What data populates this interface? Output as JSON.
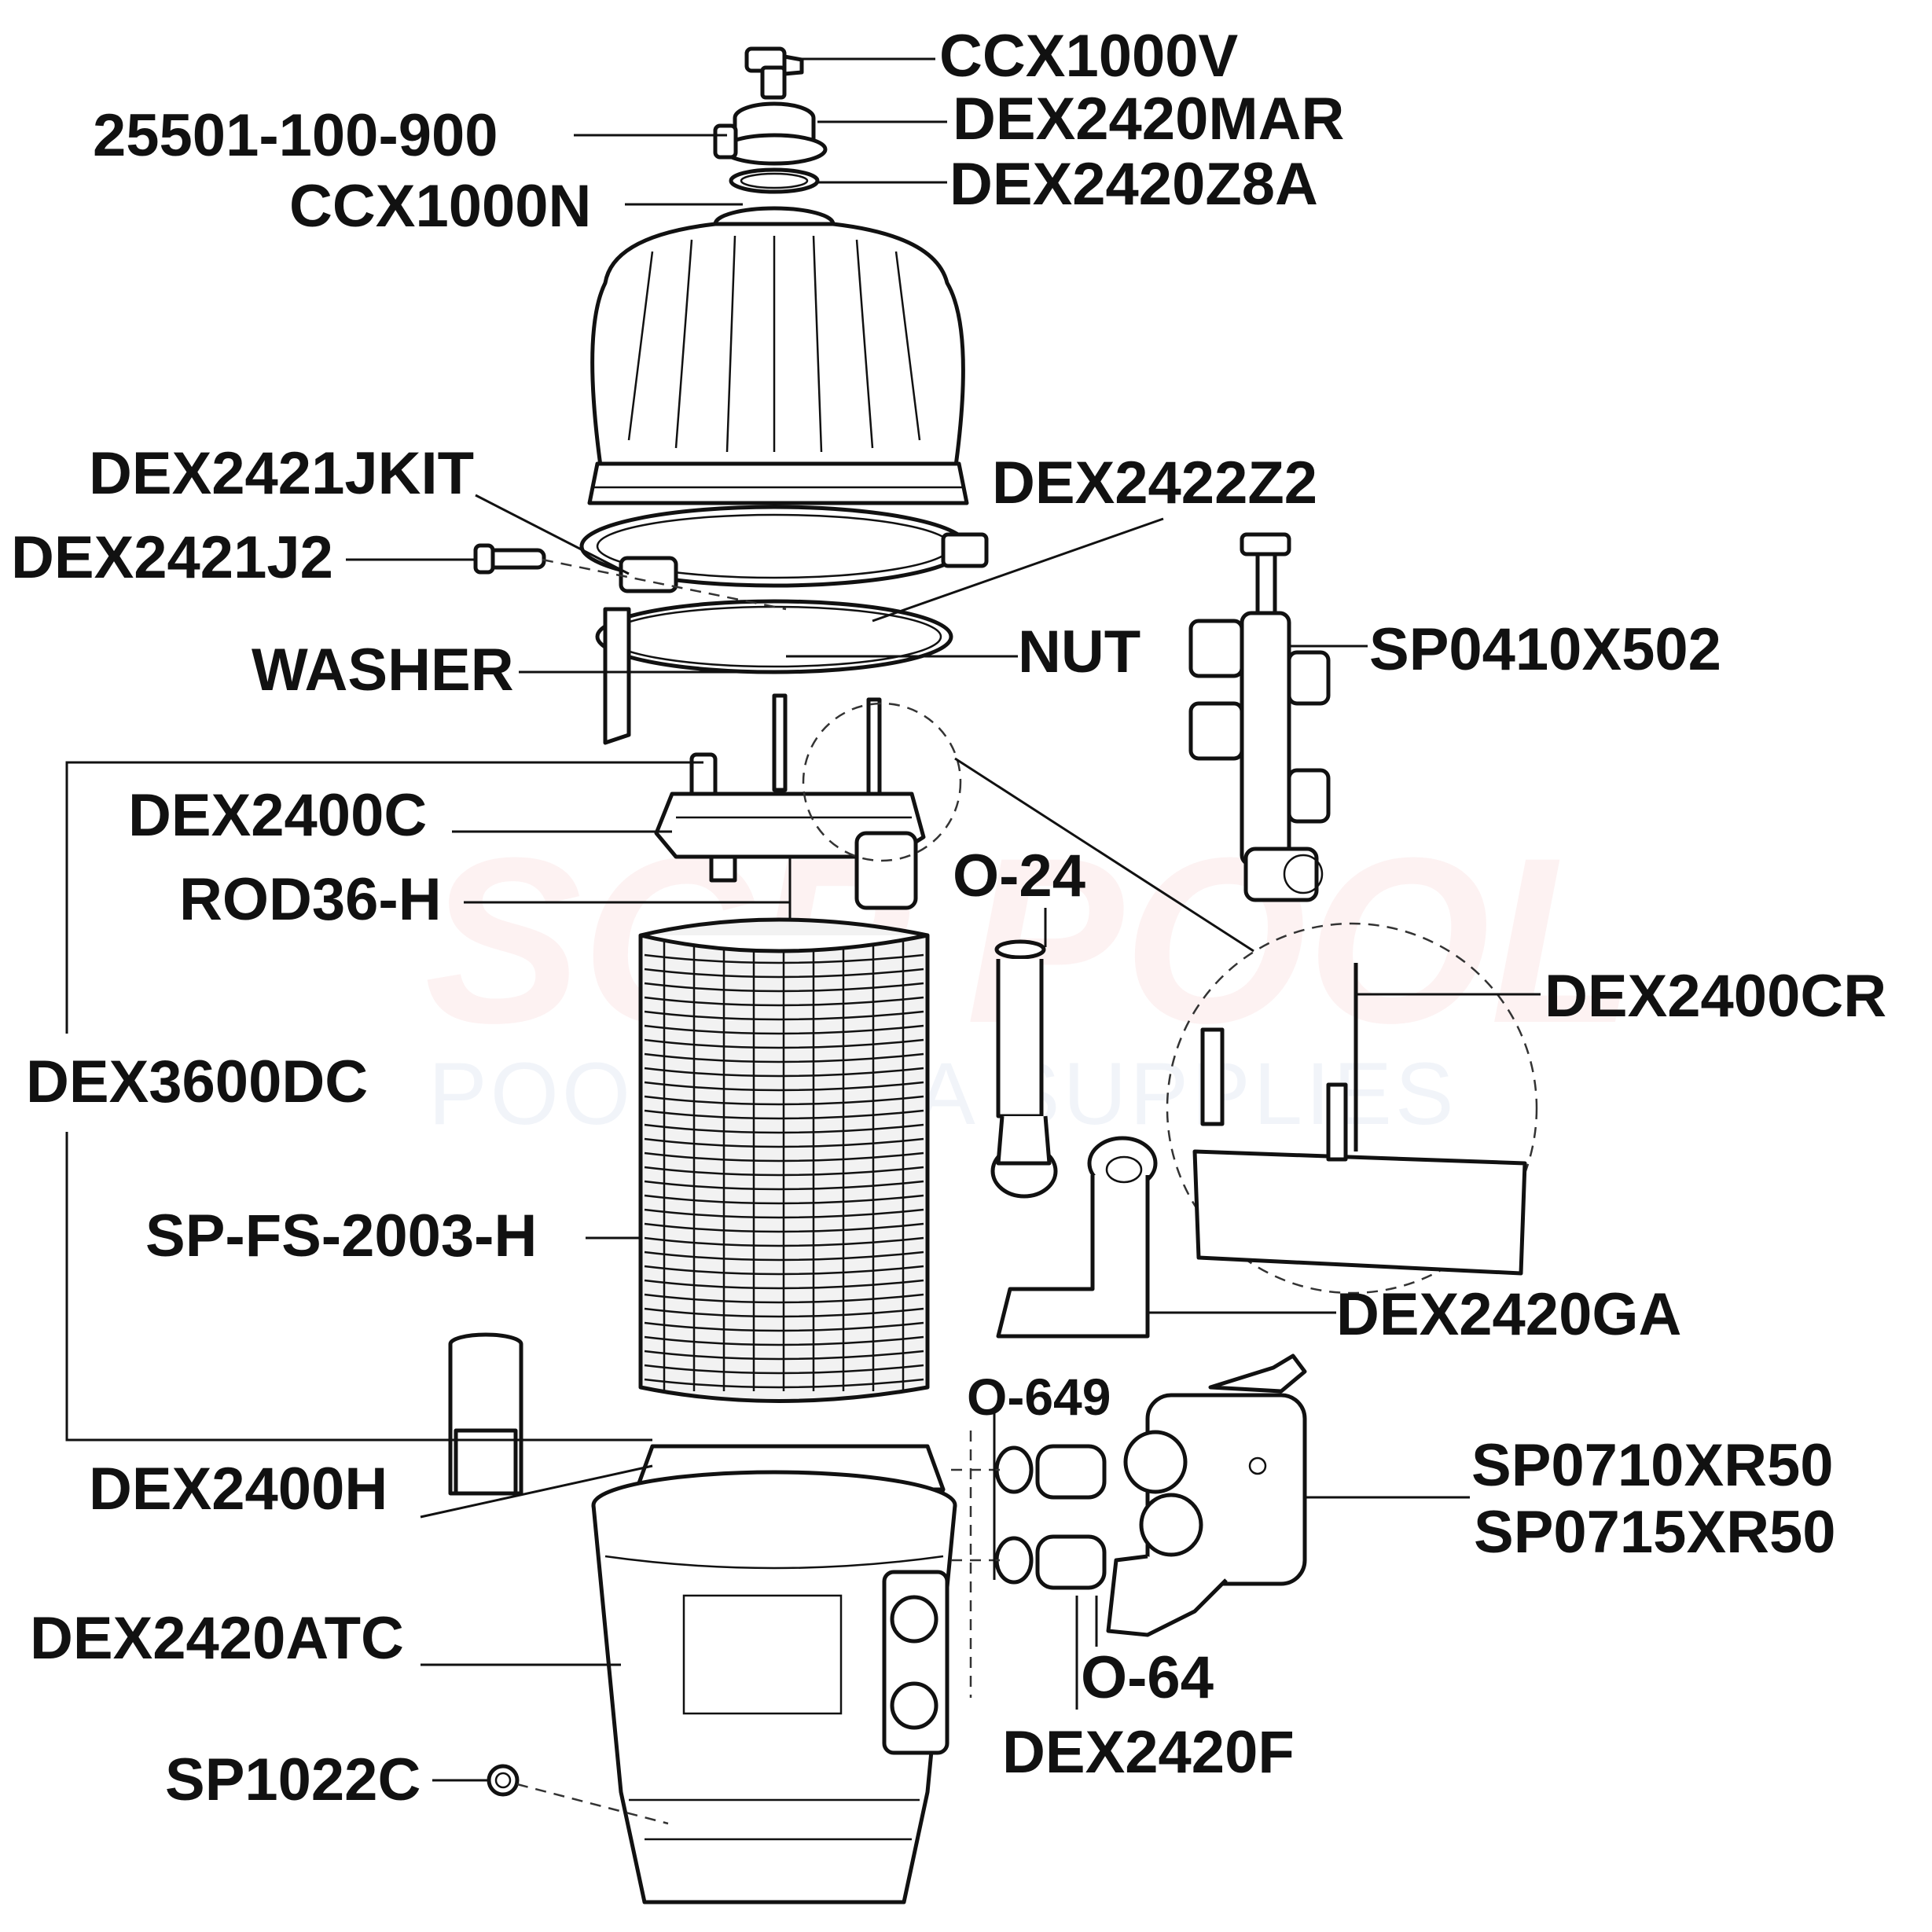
{
  "title": "Filter exploded parts diagram",
  "watermark": {
    "line1": "SCP POOL",
    "line2": "POOL & SPA SUPPLIES"
  },
  "labels": {
    "ccx1000v": "CCX1000V",
    "p25501": "25501-100-900",
    "dex2420mar": "DEX2420MAR",
    "ccx1000n": "CCX1000N",
    "dex2420z8a": "DEX2420Z8A",
    "dex2421jkit": "DEX2421JKIT",
    "dex2422z2": "DEX2422Z2",
    "dex2421j2": "DEX2421J2",
    "washer": "WASHER",
    "nut": "NUT",
    "sp0410x502": "SP0410X502",
    "dex2400c": "DEX2400C",
    "rod36h": "ROD36-H",
    "o24": "O-24",
    "dex2400cr": "DEX2400CR",
    "dex3600dc": "DEX3600DC",
    "spfs2003h": "SP-FS-2003-H",
    "dex2420ga": "DEX2420GA",
    "o649": "O-649",
    "sp0710xr50": "SP0710XR50",
    "sp0715xr50": "SP0715XR50",
    "dex2400h": "DEX2400H",
    "dex2420atc": "DEX2420ATC",
    "o64": "O-64",
    "dex2420f": "DEX2420F",
    "sp1022c": "SP1022C"
  }
}
